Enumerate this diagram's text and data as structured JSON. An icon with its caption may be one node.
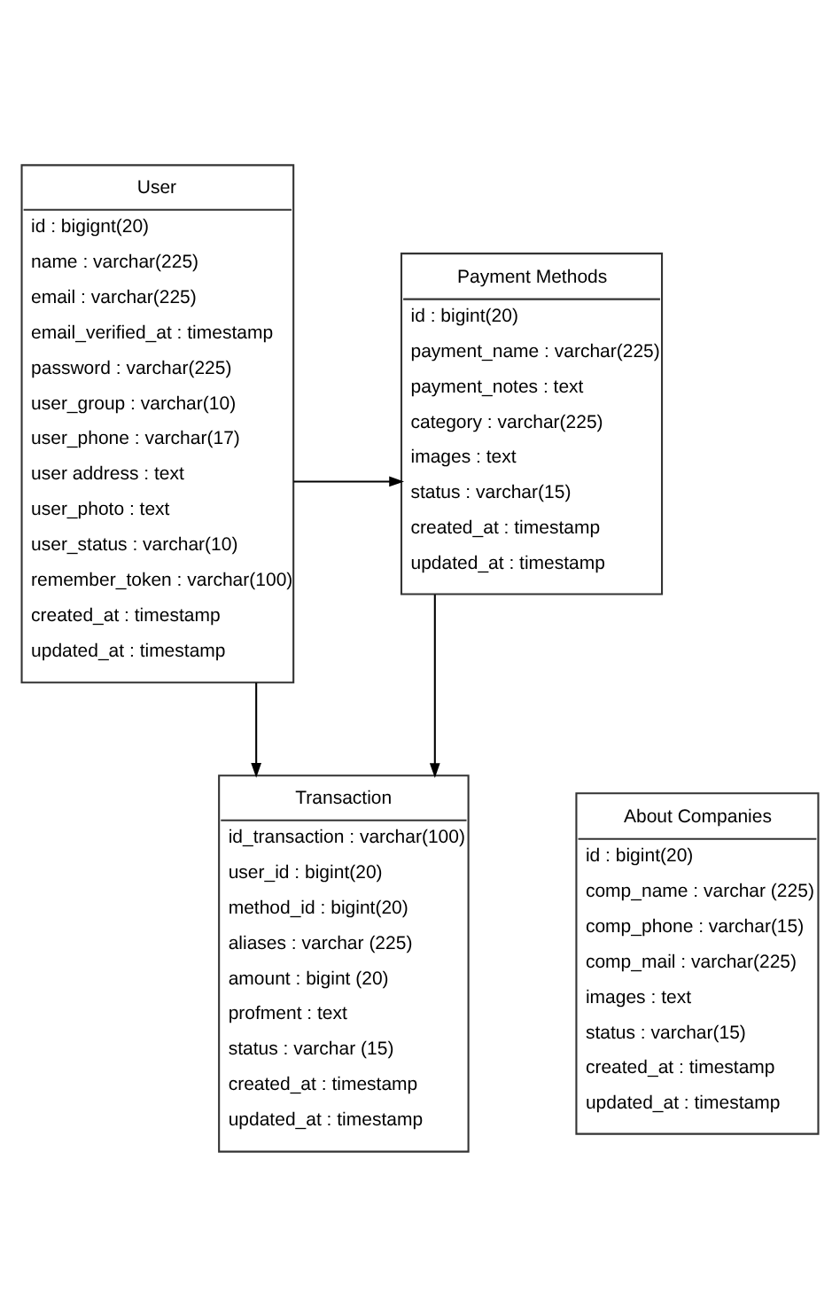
{
  "diagram": {
    "nodes": [
      {
        "text": [
          "Transaction",
          "id_transaction : varchar(100)",
          "user_id : bigint(20)",
          "method_id : bigint(20)",
          "aliases : varchar (225)",
          "amount : bigint (20)",
          "profment : text",
          "status : varchar (15)",
          "created_at : timestamp",
          "updated_at : timestamp"
        ]
      },
      {
        "text": [
          "About Companies",
          "id : bigint(20)",
          "comp_name : varchar (225)",
          "comp_phone : varchar(15)",
          "comp_mail : varchar(225)",
          "images : text",
          "status : varchar(15)",
          "created_at : timestamp",
          "updated_at : timestamp"
        ]
      },
      {
        "text": [
          "User",
          "id : bigignt(20)",
          "name : varchar(225)",
          "email : varchar(225)",
          "email_verified_at : timestamp",
          "password : varchar(225)",
          "user_group : varchar(10)",
          "user_phone : varchar(17)",
          "user address : text",
          "user_photo : text",
          "user_status : varchar(10)",
          "remember_token : varchar(100)",
          "created_at : timestamp",
          "updated_at : timestamp"
        ]
      },
      {
        "text": [
          "Payment Methods",
          "id : bigint(20)",
          "payment_name : varchar(225)",
          "payment_notes : text",
          "category : varchar(225)",
          "images : text",
          "status : varchar(15)",
          "created_at : timestamp",
          "updated_at : timestamp"
        ]
      }
    ],
    "edges": [
      {
        "from": 2,
        "to": 0,
        "arrow": "to"
      },
      {
        "from": 3,
        "to": 0,
        "arrow": "to"
      },
      {
        "from": 2,
        "to": 3,
        "arrow": "to"
      }
    ]
  }
}
